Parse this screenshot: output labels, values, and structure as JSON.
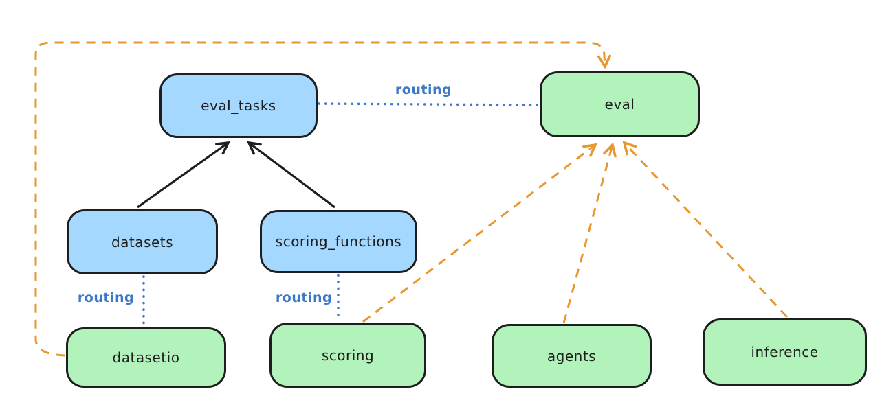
{
  "diagram": {
    "nodes": {
      "eval_tasks": {
        "label": "eval_tasks",
        "kind": "resource",
        "fill": "#a5d8ff"
      },
      "eval": {
        "label": "eval",
        "kind": "api",
        "fill": "#b2f2bb"
      },
      "datasets": {
        "label": "datasets",
        "kind": "resource",
        "fill": "#a5d8ff"
      },
      "scoring_functions": {
        "label": "scoring_functions",
        "kind": "resource",
        "fill": "#a5d8ff"
      },
      "datasetio": {
        "label": "datasetio",
        "kind": "api",
        "fill": "#b2f2bb"
      },
      "scoring": {
        "label": "scoring",
        "kind": "api",
        "fill": "#b2f2bb"
      },
      "agents": {
        "label": "agents",
        "kind": "api",
        "fill": "#b2f2bb"
      },
      "inference": {
        "label": "inference",
        "kind": "api",
        "fill": "#b2f2bb"
      }
    },
    "routing_labels": [
      "routing",
      "routing",
      "routing"
    ],
    "edges": [
      {
        "from": "datasets",
        "to": "eval_tasks",
        "style": "solid",
        "color": "#1e1e1e",
        "arrow": true
      },
      {
        "from": "scoring_functions",
        "to": "eval_tasks",
        "style": "solid",
        "color": "#1e1e1e",
        "arrow": true
      },
      {
        "from": "eval_tasks",
        "to": "eval",
        "style": "dotted",
        "color": "#3b78c8",
        "arrow": false,
        "label": "routing"
      },
      {
        "from": "datasets",
        "to": "datasetio",
        "style": "dotted",
        "color": "#3b78c8",
        "arrow": false,
        "label": "routing"
      },
      {
        "from": "scoring_functions",
        "to": "scoring",
        "style": "dotted",
        "color": "#3b78c8",
        "arrow": false,
        "label": "routing"
      },
      {
        "from": "datasetio",
        "to": "eval",
        "style": "dashed",
        "color": "#e8962e",
        "arrow": true,
        "route": "around-left-and-top"
      },
      {
        "from": "scoring",
        "to": "eval",
        "style": "dashed",
        "color": "#e8962e",
        "arrow": true
      },
      {
        "from": "agents",
        "to": "eval",
        "style": "dashed",
        "color": "#e8962e",
        "arrow": true
      },
      {
        "from": "inference",
        "to": "eval",
        "style": "dashed",
        "color": "#e8962e",
        "arrow": true
      }
    ],
    "colors": {
      "background": "#ffffff",
      "node_stroke": "#1e1e1e",
      "blue_fill": "#a5d8ff",
      "green_fill": "#b2f2bb",
      "routing_blue": "#3b78c8",
      "orange_dash": "#e8962e",
      "black_arrow": "#1e1e1e"
    }
  }
}
